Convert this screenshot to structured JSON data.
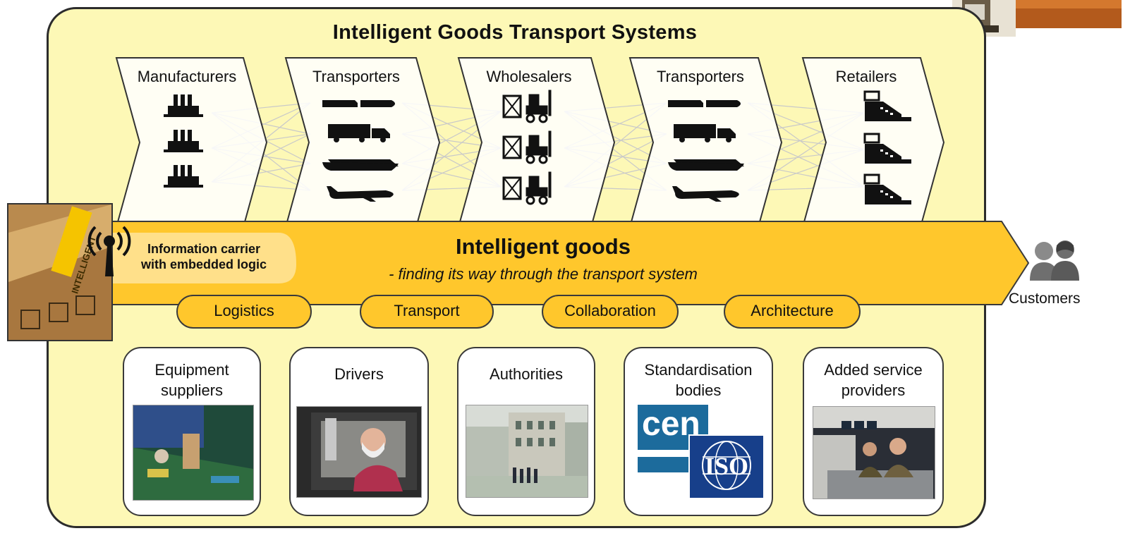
{
  "title": "Intelligent Goods Transport Systems",
  "stages": [
    {
      "label": "Manufacturers",
      "icon": "factory-icon"
    },
    {
      "label": "Transporters",
      "icon": "vehicles-icon"
    },
    {
      "label": "Wholesalers",
      "icon": "warehouse-forklift-icon"
    },
    {
      "label": "Transporters",
      "icon": "vehicles-icon"
    },
    {
      "label": "Retailers",
      "icon": "cash-register-icon"
    }
  ],
  "band": {
    "title": "Intelligent goods",
    "subtitle": "- finding its way through the transport system",
    "carrier_line1": "Information carrier",
    "carrier_line2": "with embedded logic",
    "parcel_tag": "INTELLIGENT"
  },
  "pills": [
    "Logistics",
    "Transport",
    "Collaboration",
    "Architecture"
  ],
  "stakeholders": [
    {
      "label": "Equipment\nsuppliers",
      "photo": "circuit-board-photo"
    },
    {
      "label": "Drivers",
      "photo": "truck-driver-photo"
    },
    {
      "label": "Authorities",
      "photo": "government-buildings-photo"
    },
    {
      "label": "Standardisation\nbodies",
      "photo": "cen-iso-logos"
    },
    {
      "label": "Added service\nproviders",
      "photo": "control-room-photo"
    }
  ],
  "logos": {
    "cen": "cen",
    "iso": "ISO"
  },
  "customers_label": "Customers",
  "colors": {
    "panel": "#fdf8b6",
    "band": "#ffc72c",
    "border": "#2c2c2c"
  }
}
